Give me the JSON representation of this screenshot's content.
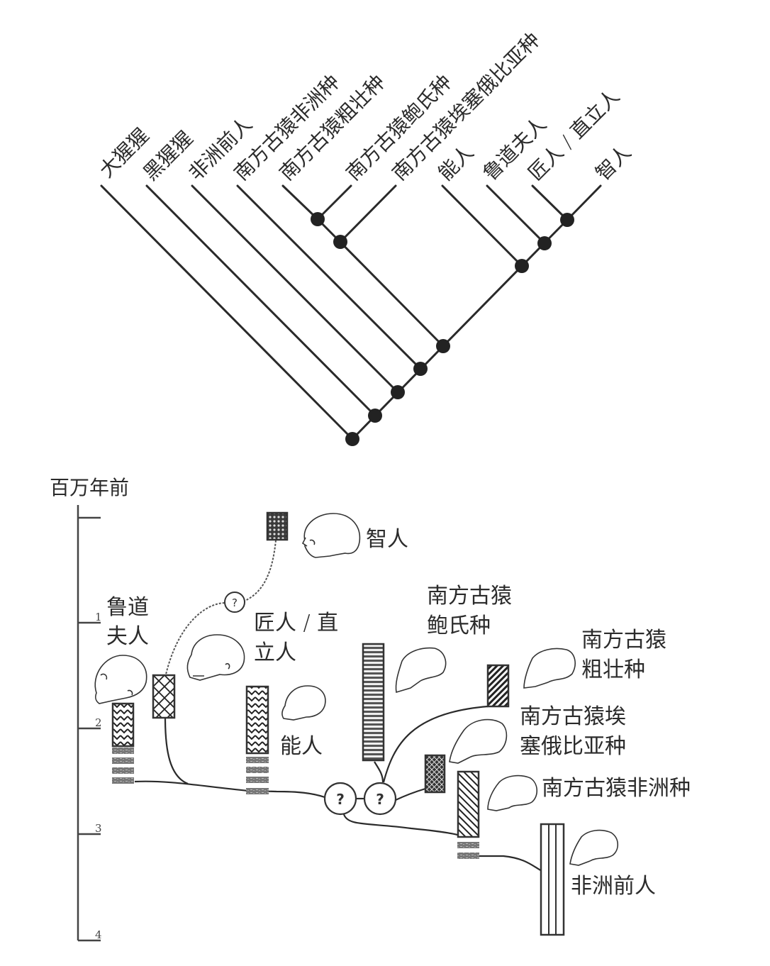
{
  "cladogram": {
    "leaves": [
      "大猩猩",
      "黑猩猩",
      "非洲前人",
      "南方古猿非洲种",
      "南方古猿粗壮种",
      "南方古猿鲍氏种",
      "南方古猿埃塞俄比亚种",
      "能人",
      "鲁道夫人",
      "匠人 / 直立人",
      "智人"
    ]
  },
  "timeline": {
    "axis_title": "百万年前",
    "unit": "million years ago",
    "ticks": [
      "",
      "1",
      "2",
      "3",
      "4"
    ],
    "tick_values": [
      0,
      1,
      2,
      3,
      4
    ],
    "unknown_marker": "?",
    "species": [
      {
        "id": "sapiens",
        "label_lines": [
          "智人"
        ],
        "pattern": "dots",
        "range_ma": [
          0.2,
          0.0
        ]
      },
      {
        "id": "rudolfensis",
        "label_lines": [
          "鲁道",
          "夫人"
        ],
        "pattern": "zigzag",
        "range_ma": [
          2.4,
          1.8
        ]
      },
      {
        "id": "ergaster",
        "label_lines": [
          "匠人 / 直",
          "立人"
        ],
        "pattern": "crosshatch",
        "range_ma": [
          1.9,
          1.5
        ]
      },
      {
        "id": "habilis",
        "label_lines": [
          "能人"
        ],
        "pattern": "zigzag",
        "range_ma": [
          2.3,
          1.6
        ]
      },
      {
        "id": "boisei",
        "label_lines": [
          "南方古猿",
          "鲍氏种"
        ],
        "pattern": "horizontal-stripes",
        "range_ma": [
          2.3,
          1.2
        ]
      },
      {
        "id": "robustus",
        "label_lines": [
          "南方古猿",
          "粗壮种"
        ],
        "pattern": "diagonal-dense",
        "range_ma": [
          1.8,
          1.4
        ]
      },
      {
        "id": "aethiopicus",
        "label_lines": [
          "南方古猿埃",
          "塞俄比亚种"
        ],
        "pattern": "fine-crosshatch",
        "range_ma": [
          2.7,
          2.3
        ]
      },
      {
        "id": "africanus",
        "label_lines": [
          "南方古猿非洲种"
        ],
        "pattern": "diagonal",
        "range_ma": [
          3.0,
          2.4
        ]
      },
      {
        "id": "afarensis",
        "label_lines": [
          "非洲前人"
        ],
        "pattern": "vertical-lines",
        "range_ma": [
          3.9,
          3.0
        ]
      }
    ]
  }
}
